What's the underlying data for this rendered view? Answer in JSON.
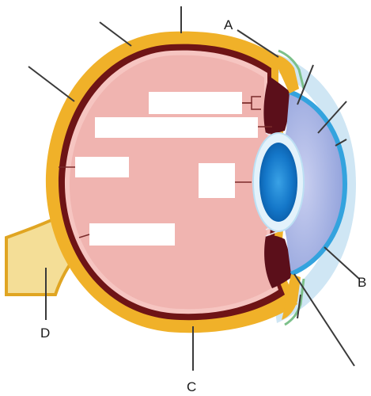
{
  "diagram": {
    "labels": {
      "a": "A",
      "b": "B",
      "c": "C",
      "d": "D"
    },
    "colors": {
      "sclera": "#f0b129",
      "choroid": "#6e1416",
      "retina_inner": "#f3aaa8",
      "vitreous": "#f0b4b0",
      "iris": "#5b0f1a",
      "lens_outer": "#e3f2fb",
      "lens_inner": "#1889d6",
      "aqueous": "#a9b6e3",
      "cornea_edge": "#33a3de",
      "optic_nerve": "#f4de97",
      "pointer": "#3a3a3a",
      "blank_box": "#ffffff"
    }
  }
}
